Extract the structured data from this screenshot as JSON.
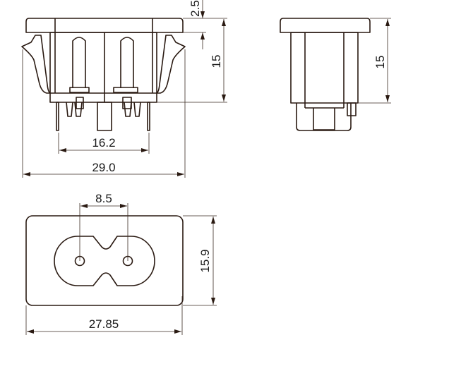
{
  "drawing": {
    "front_view": {
      "dim_pin_spacing": "16.2",
      "dim_overall_width": "29.0",
      "dim_height": "15",
      "dim_flange": "2.5"
    },
    "side_view": {
      "dim_height": "15"
    },
    "bottom_view": {
      "dim_contact_spacing": "8.5",
      "dim_height": "15.9",
      "dim_width": "27.85"
    },
    "line_color": "#2a1a12"
  }
}
